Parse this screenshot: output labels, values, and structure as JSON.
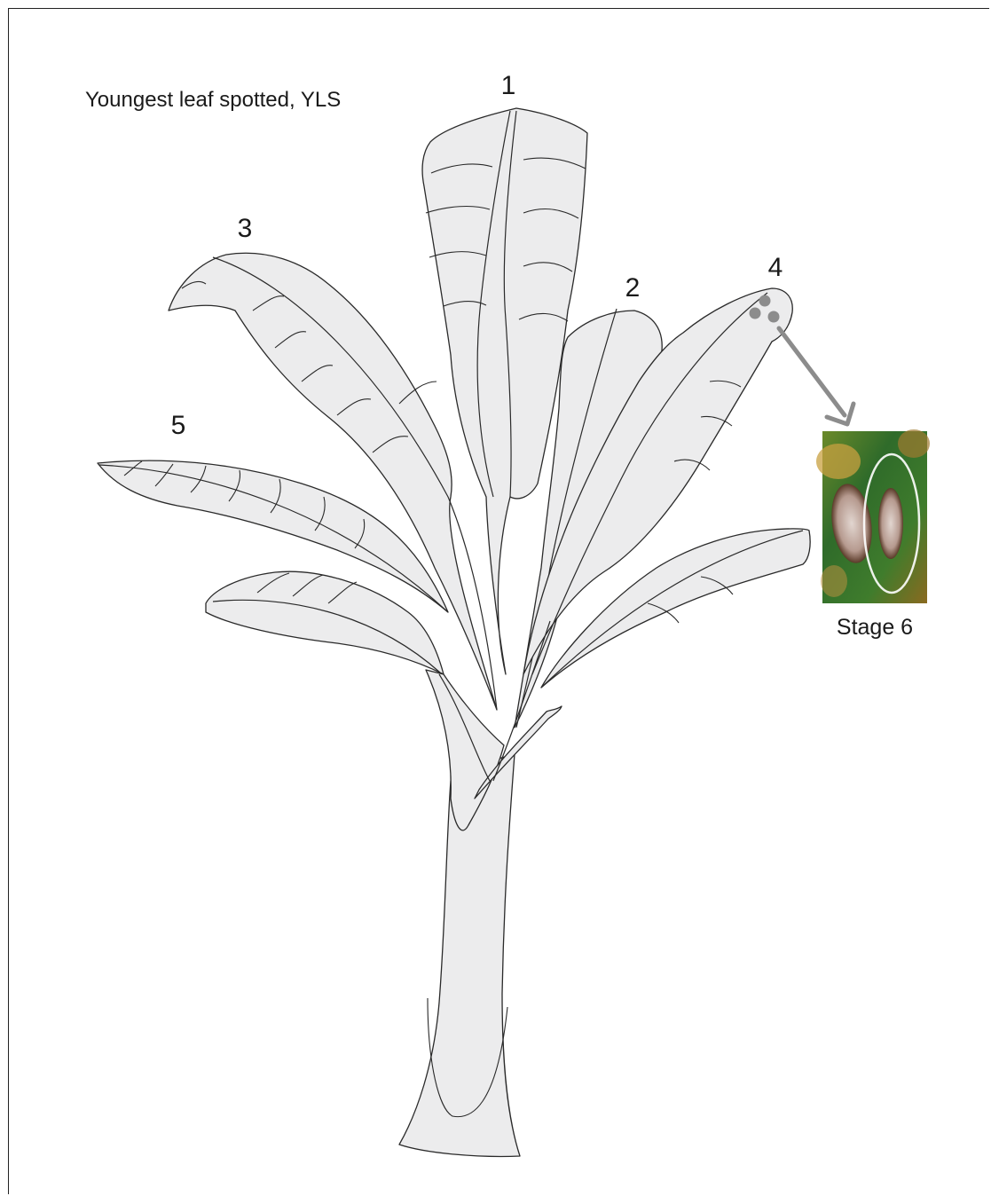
{
  "title": "Youngest leaf spotted, YLS",
  "leaf_labels": [
    "1",
    "2",
    "3",
    "4",
    "5"
  ],
  "inset_caption": "Stage 6",
  "colors": {
    "leaf_fill": "#ececed",
    "outline": "#2a2a2a",
    "spot": "#8c8c8c",
    "arrow": "#8c8c8c",
    "inset_bg": "#2f6b2a",
    "lesion": "#c9b6ad"
  },
  "icons": {
    "arrow": "arrow-icon",
    "spots": "lesion-spot-icon"
  }
}
